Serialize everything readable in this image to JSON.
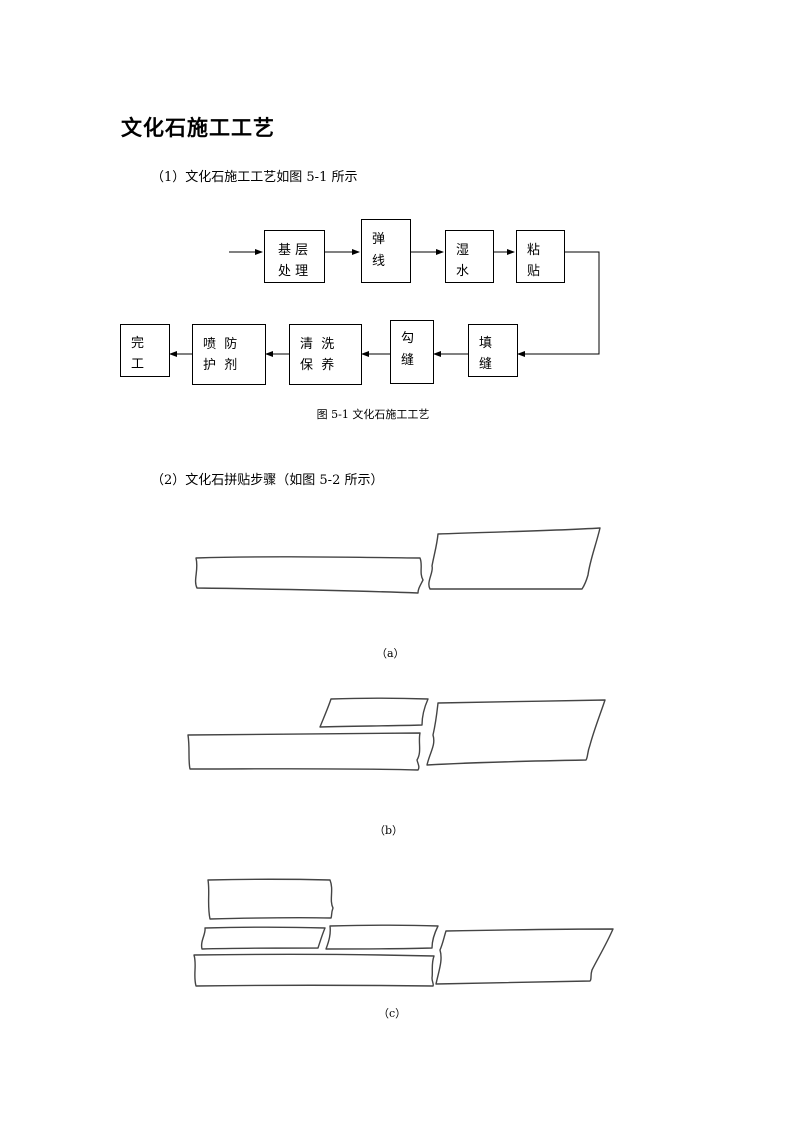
{
  "title": "文化石施工工艺",
  "section1": {
    "text": "（1）文化石施工工艺如图 5-1 所示",
    "flowchart": {
      "steps": [
        {
          "line1": "基 层",
          "line2": "处 理"
        },
        {
          "line1": "弹",
          "line2": "线"
        },
        {
          "line1": "湿",
          "line2": "水"
        },
        {
          "line1": "粘",
          "line2": "贴"
        },
        {
          "line1": "填",
          "line2": "缝"
        },
        {
          "line1": "勾",
          "line2": "缝"
        },
        {
          "line1": "清  洗",
          "line2": "保  养"
        },
        {
          "line1": "喷  防",
          "line2": "护  剂"
        },
        {
          "line1": "完",
          "line2": "工"
        }
      ]
    },
    "caption": "图 5-1   文化石施工工艺"
  },
  "section2": {
    "text": "（2）文化石拼贴步骤（如图 5-2 所示）",
    "subcaptions": {
      "a": "（a）",
      "b": "（b）",
      "c": "（c）"
    }
  }
}
